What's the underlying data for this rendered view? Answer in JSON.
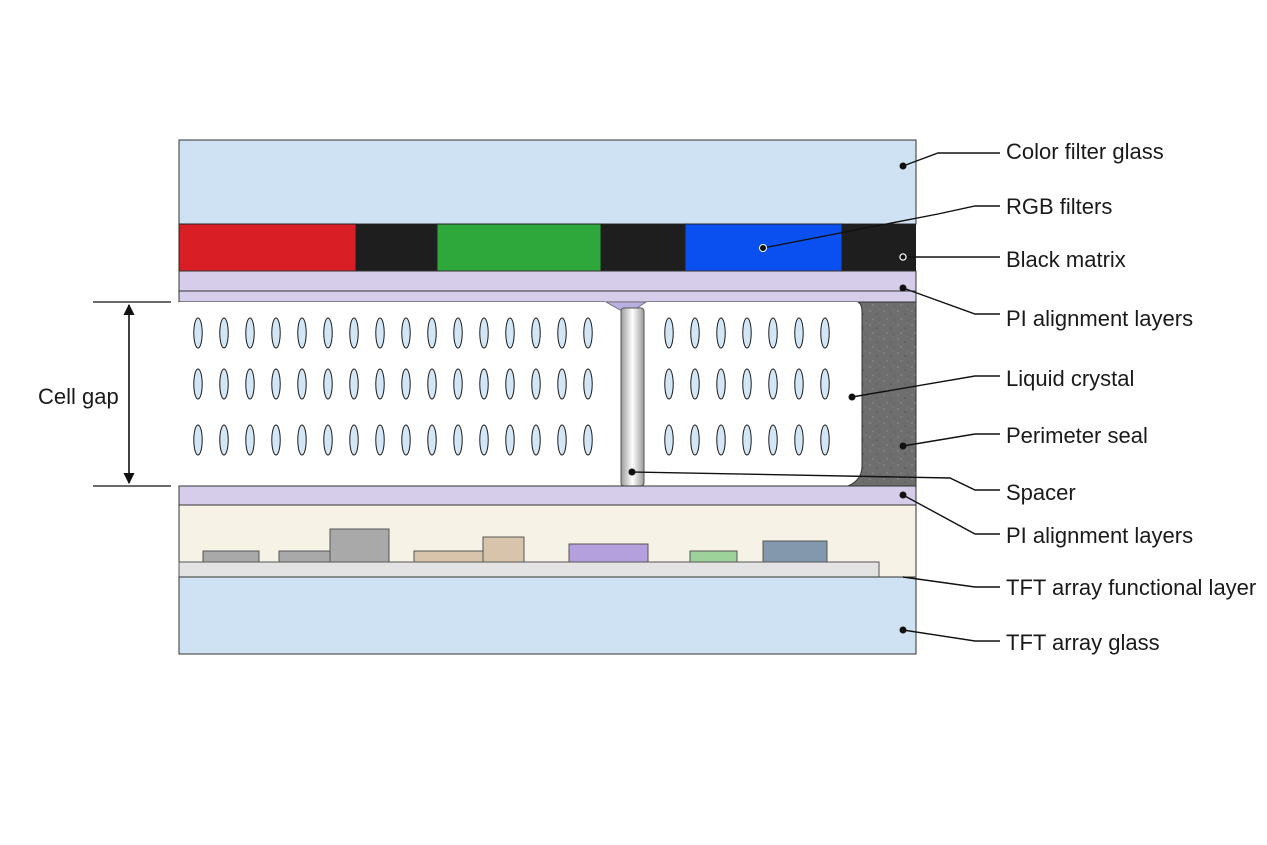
{
  "labels": {
    "color_filter_glass": "Color filter glass",
    "rgb_filters": "RGB filters",
    "black_matrix": "Black matrix",
    "pi_alignment_top": "PI alignment layers",
    "liquid_crystal": "Liquid crystal",
    "perimeter_seal": "Perimeter seal",
    "spacer": "Spacer",
    "pi_alignment_bottom": "PI alignment layers",
    "tft_functional": "TFT array functional layer",
    "tft_glass": "TFT array glass",
    "cell_gap": "Cell gap"
  },
  "colors": {
    "glass": "#cfe2f3",
    "red_filter": "#d91f25",
    "green_filter": "#2ea83a",
    "blue_filter": "#0a4ff0",
    "black_matrix": "#1e1e1e",
    "pi_layer": "#d5cdea",
    "tft_layer": "#f6f3e6",
    "seal": "#6e6e6e",
    "lc_molecule": "#d3e6f5"
  },
  "tft_components": [
    {
      "name": "tft-component-gray-1",
      "color": "#a9a9a9"
    },
    {
      "name": "tft-component-gray-2",
      "color": "#a9a9a9"
    },
    {
      "name": "tft-component-gray-3",
      "color": "#a9a9a9"
    },
    {
      "name": "tft-component-tan-1",
      "color": "#d8c3ab"
    },
    {
      "name": "tft-component-tan-2",
      "color": "#d8c3ab"
    },
    {
      "name": "tft-component-purple",
      "color": "#b3a0dd"
    },
    {
      "name": "tft-component-green",
      "color": "#9dd39a"
    },
    {
      "name": "tft-component-slate",
      "color": "#8397ad"
    }
  ]
}
